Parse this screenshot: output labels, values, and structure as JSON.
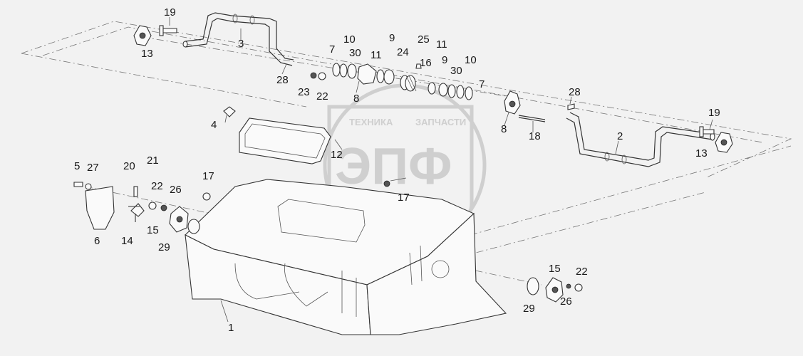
{
  "watermark": {
    "top_line": "ТЕХНИКА",
    "top_line_right": "ЗАПЧАСТИ",
    "logo": "ЭПФ"
  },
  "callouts": [
    {
      "id": "c19a",
      "text": "19"
    },
    {
      "id": "c13a",
      "text": "13"
    },
    {
      "id": "c3",
      "text": "3"
    },
    {
      "id": "c28a",
      "text": "28"
    },
    {
      "id": "c10a",
      "text": "10"
    },
    {
      "id": "c9a",
      "text": "9"
    },
    {
      "id": "c7a",
      "text": "7"
    },
    {
      "id": "c30a",
      "text": "30"
    },
    {
      "id": "c11a",
      "text": "11"
    },
    {
      "id": "c25",
      "text": "25"
    },
    {
      "id": "c24",
      "text": "24"
    },
    {
      "id": "c16",
      "text": "16"
    },
    {
      "id": "c11b",
      "text": "11"
    },
    {
      "id": "c9b",
      "text": "9"
    },
    {
      "id": "c30b",
      "text": "30"
    },
    {
      "id": "c10b",
      "text": "10"
    },
    {
      "id": "c7b",
      "text": "7"
    },
    {
      "id": "c23",
      "text": "23"
    },
    {
      "id": "c22a",
      "text": "22"
    },
    {
      "id": "c8a",
      "text": "8"
    },
    {
      "id": "c28b",
      "text": "28"
    },
    {
      "id": "c19b",
      "text": "19"
    },
    {
      "id": "c4",
      "text": "4"
    },
    {
      "id": "c8b",
      "text": "8"
    },
    {
      "id": "c18",
      "text": "18"
    },
    {
      "id": "c2",
      "text": "2"
    },
    {
      "id": "c13b",
      "text": "13"
    },
    {
      "id": "c12",
      "text": "12"
    },
    {
      "id": "c5",
      "text": "5"
    },
    {
      "id": "c27",
      "text": "27"
    },
    {
      "id": "c20",
      "text": "20"
    },
    {
      "id": "c21",
      "text": "21"
    },
    {
      "id": "c17a",
      "text": "17"
    },
    {
      "id": "c22b",
      "text": "22"
    },
    {
      "id": "c26a",
      "text": "26"
    },
    {
      "id": "c17b",
      "text": "17"
    },
    {
      "id": "c6",
      "text": "6"
    },
    {
      "id": "c14",
      "text": "14"
    },
    {
      "id": "c15a",
      "text": "15"
    },
    {
      "id": "c29a",
      "text": "29"
    },
    {
      "id": "c15b",
      "text": "15"
    },
    {
      "id": "c22c",
      "text": "22"
    },
    {
      "id": "c29b",
      "text": "29"
    },
    {
      "id": "c26b",
      "text": "26"
    },
    {
      "id": "c1",
      "text": "1"
    }
  ]
}
